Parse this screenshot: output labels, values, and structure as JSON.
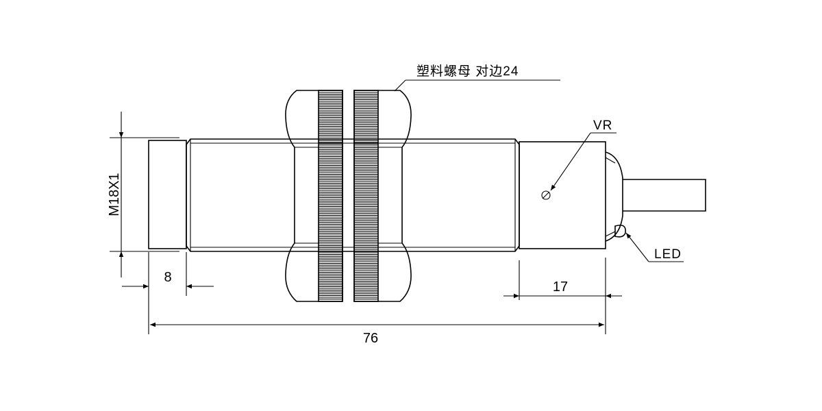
{
  "callouts": {
    "nut": "塑料螺母 对边24",
    "vr": "VR",
    "led": "LED"
  },
  "dimensions": {
    "thread": "M18X1",
    "front_length": "8",
    "rear_length": "17",
    "total_length": "76"
  }
}
